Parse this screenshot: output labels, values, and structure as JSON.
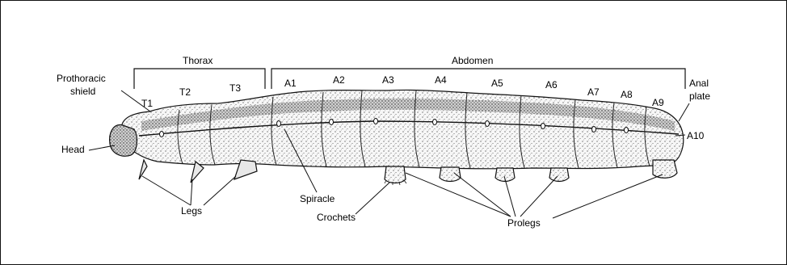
{
  "regions": {
    "thorax": "Thorax",
    "abdomen": "Abdomen"
  },
  "segments": {
    "t1": "T1",
    "t2": "T2",
    "t3": "T3",
    "a1": "A1",
    "a2": "A2",
    "a3": "A3",
    "a4": "A4",
    "a5": "A5",
    "a6": "A6",
    "a7": "A7",
    "a8": "A8",
    "a9": "A9",
    "a10": "A10"
  },
  "labels": {
    "prothoracic_line1": "Prothoracic",
    "prothoracic_line2": "shield",
    "anal_line1": "Anal",
    "anal_line2": "plate",
    "head": "Head",
    "legs": "Legs",
    "spiracle": "Spiracle",
    "crochets": "Crochets",
    "prolegs": "Prolegs"
  },
  "colors": {
    "ink": "#111111",
    "body_fill": "#f4f4f4"
  }
}
